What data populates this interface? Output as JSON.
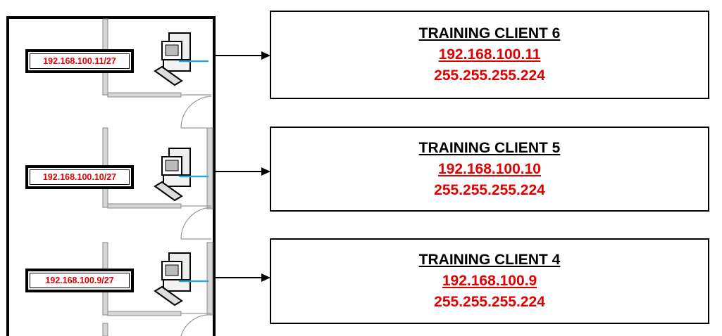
{
  "colors": {
    "accent_red": "#e10000",
    "link_blue": "#2aa7d8",
    "line": "#000000"
  },
  "clients": [
    {
      "label": "192.168.100.11/27",
      "name": "TRAINING CLIENT 6",
      "ip": "192.168.100.11",
      "mask": "255.255.255.224",
      "icon": "desktop-computer-icon"
    },
    {
      "label": "192.168.100.10/27",
      "name": "TRAINING CLIENT 5",
      "ip": "192.168.100.10",
      "mask": "255.255.255.224",
      "icon": "desktop-computer-icon"
    },
    {
      "label": "192.168.100.9/27",
      "name": "TRAINING CLIENT 4",
      "ip": "192.168.100.9",
      "mask": "255.255.255.224",
      "icon": "desktop-computer-icon"
    }
  ]
}
